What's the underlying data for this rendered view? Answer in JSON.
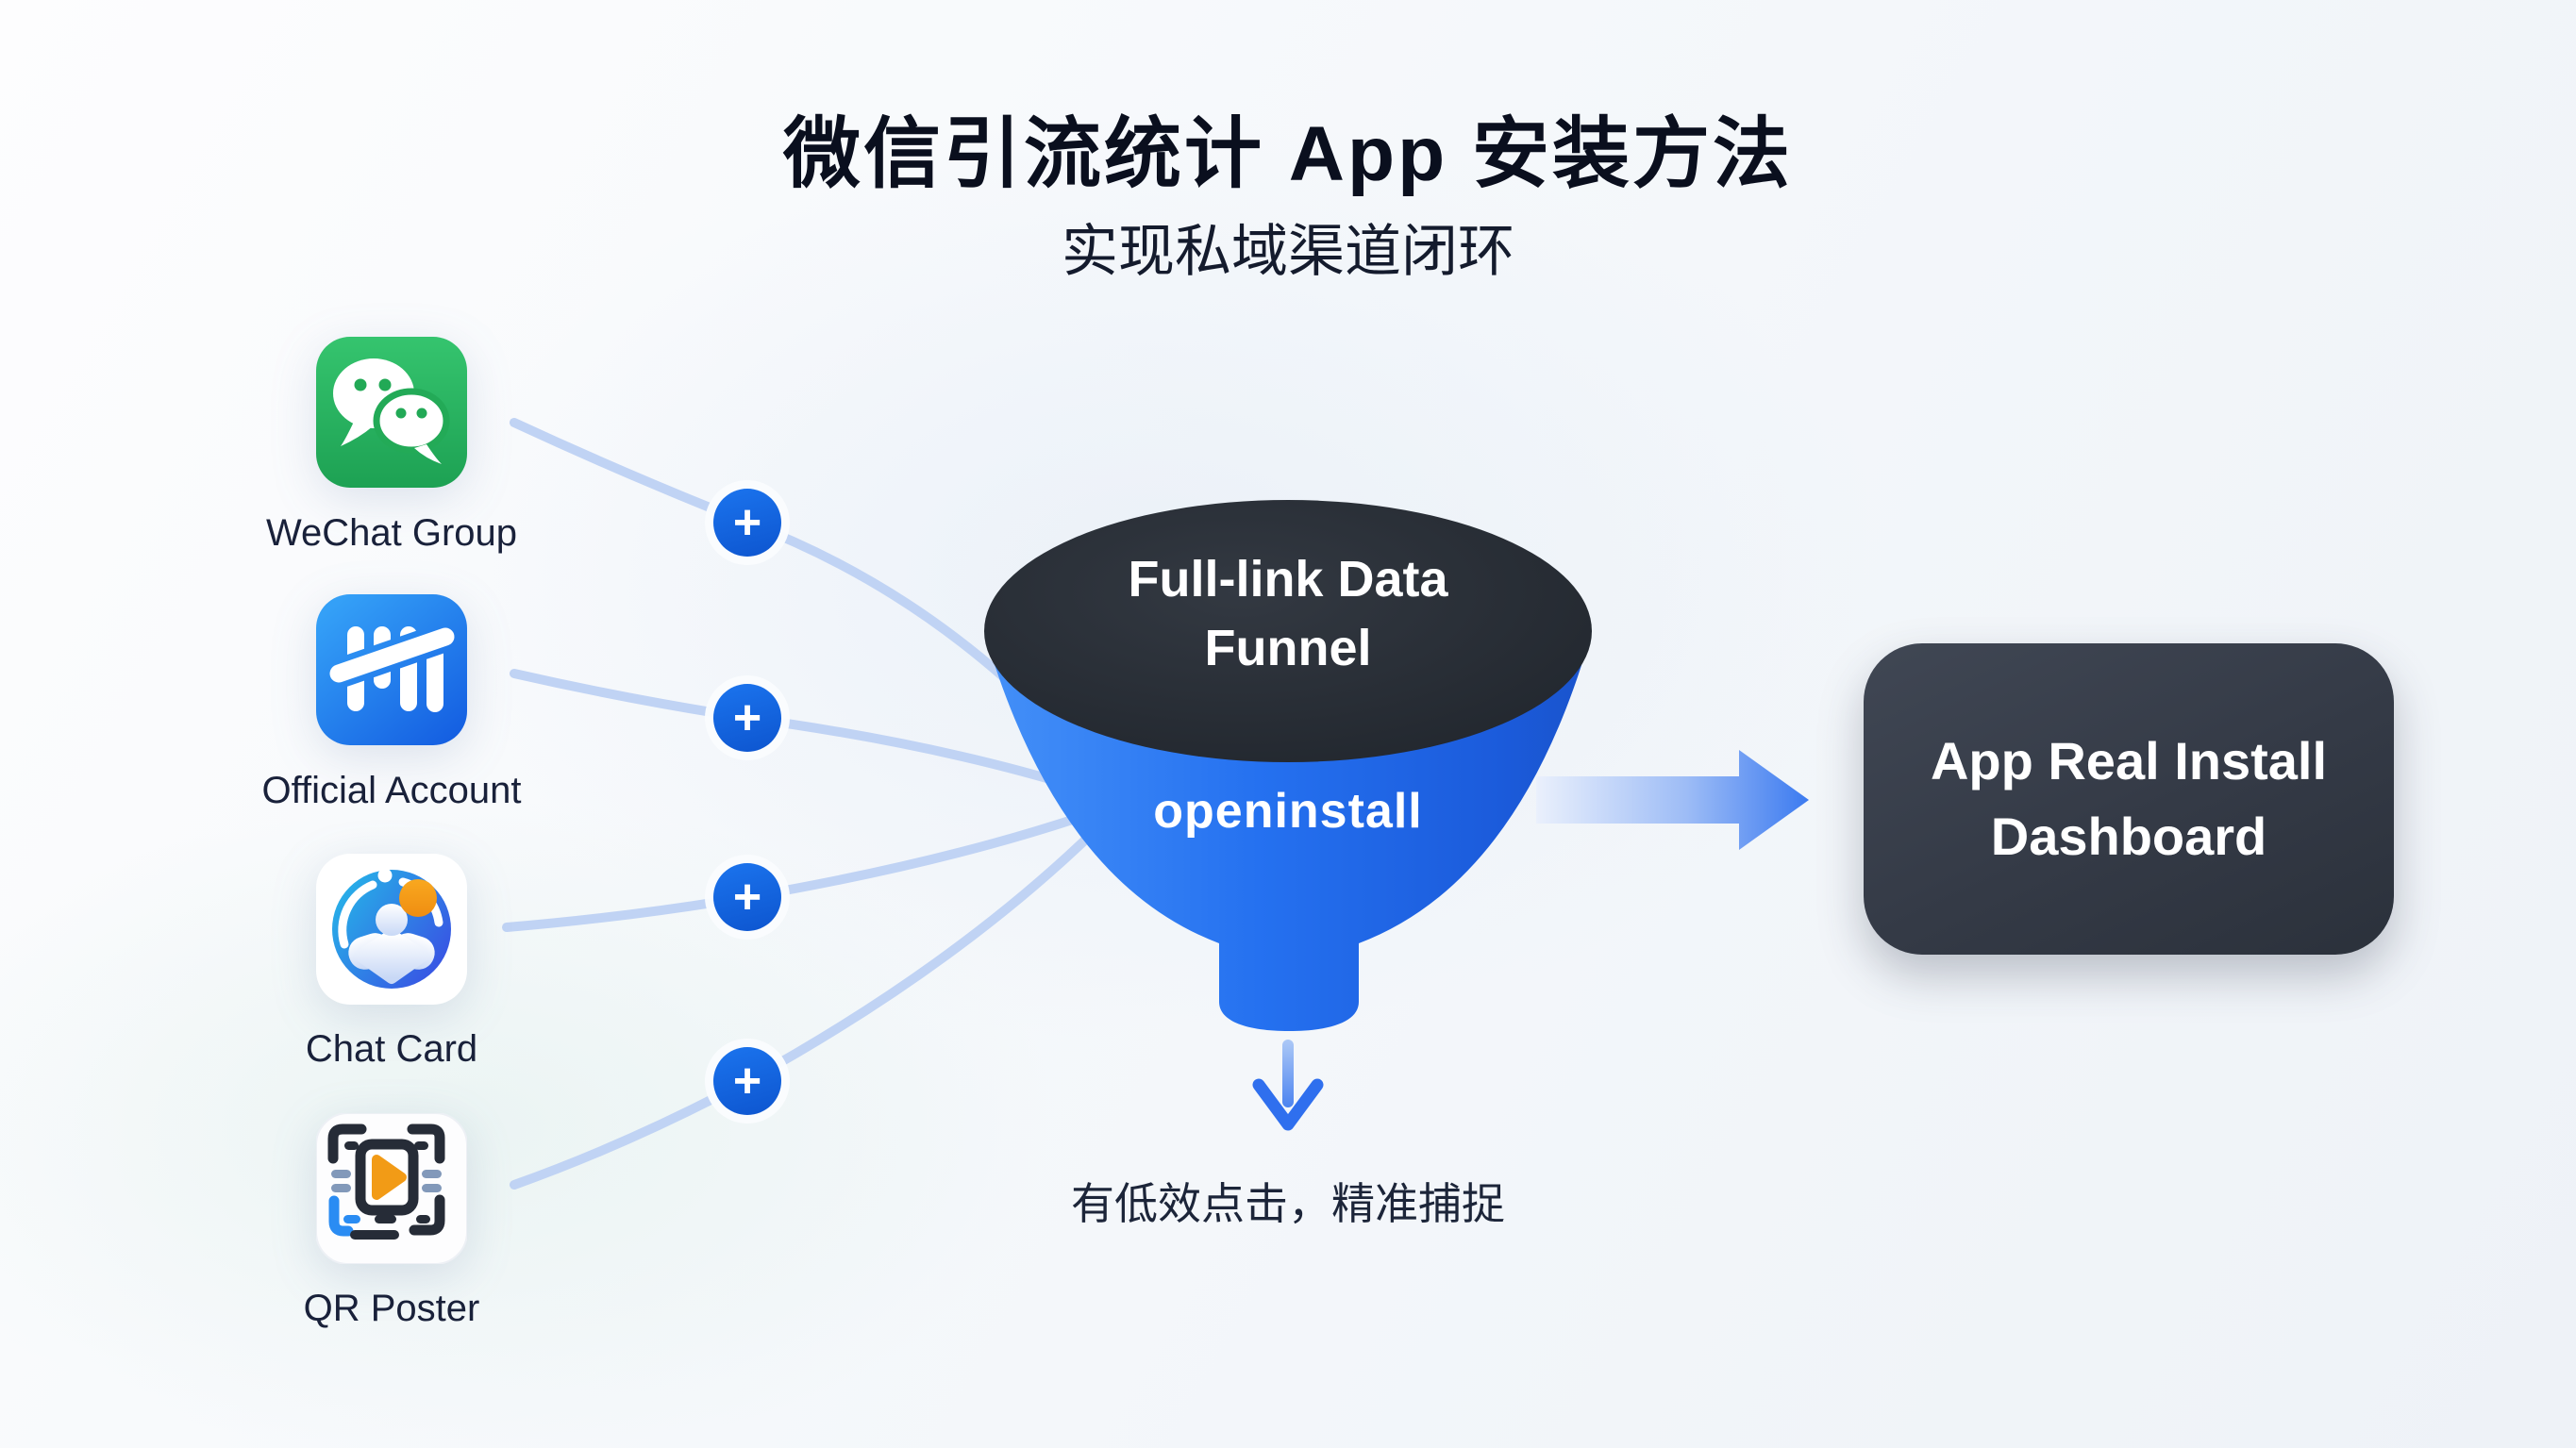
{
  "title": "微信引流统计 App 安装方法",
  "subtitle": "实现私域渠道闭环",
  "sources": [
    {
      "label": "WeChat Group",
      "icon": "wechat-group-icon"
    },
    {
      "label": "Official Account",
      "icon": "official-account-icon"
    },
    {
      "label": "Chat Card",
      "icon": "chat-card-icon"
    },
    {
      "label": "QR Poster",
      "icon": "qr-poster-icon"
    }
  ],
  "plus_badge": "+",
  "funnel": {
    "stage_label": "Full-link Data Funnel",
    "brand": "openinstall",
    "caption": "有低效点击，精准捕捉"
  },
  "result": {
    "label": "App Real Install Dashboard"
  },
  "colors": {
    "accent_blue": "#1f6ae8",
    "funnel_dark": "#262b33",
    "connector_blue": "#c0d3f4",
    "wechat_green": "#2bb35e",
    "play_orange": "#f29b16",
    "dashboard_slate": "#343a46",
    "text_dark": "#0a0f1e"
  }
}
